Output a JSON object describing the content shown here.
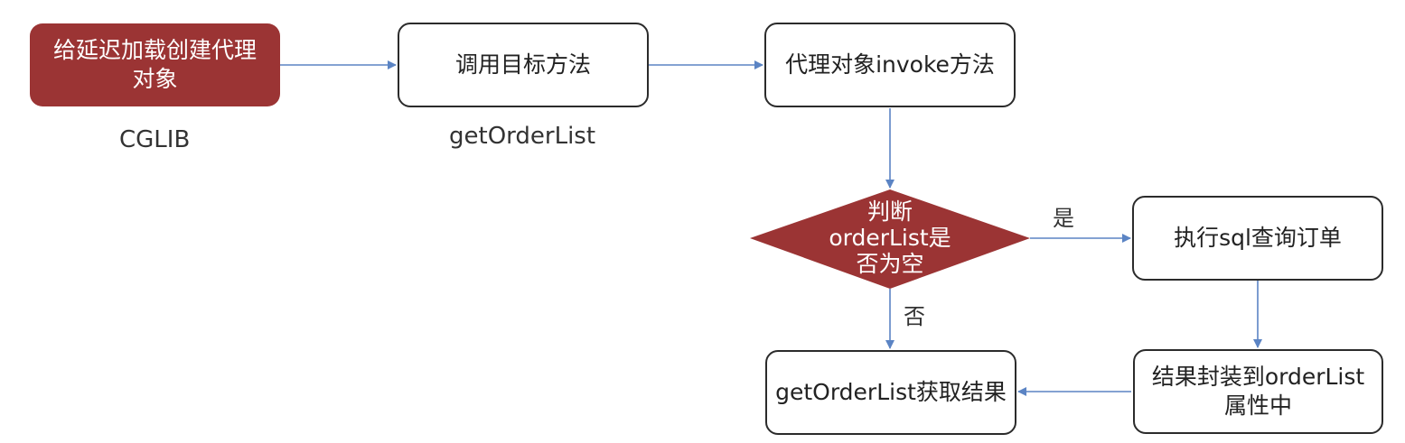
{
  "nodes": {
    "create_proxy": {
      "line1": "给延迟加载创建代理",
      "line2": "对象"
    },
    "call_method": {
      "label": "调用目标方法"
    },
    "invoke": {
      "label": "代理对象invoke方法"
    },
    "decision": {
      "line1": "判断",
      "line2": "orderList是",
      "line3": "否为空"
    },
    "exec_sql": {
      "label": "执行sql查询订单"
    },
    "wrap_result": {
      "line1": "结果封装到orderList",
      "line2": "属性中"
    },
    "get_result": {
      "label": "getOrderList获取结果"
    }
  },
  "captions": {
    "cglib": "CGLIB",
    "method_name": "getOrderList"
  },
  "edge_labels": {
    "yes": "是",
    "no": "否"
  },
  "colors": {
    "start_fill": "#9b3434",
    "decision_fill": "#9b3434",
    "arrow": "#5b84c4",
    "border": "#2b2b2b"
  }
}
